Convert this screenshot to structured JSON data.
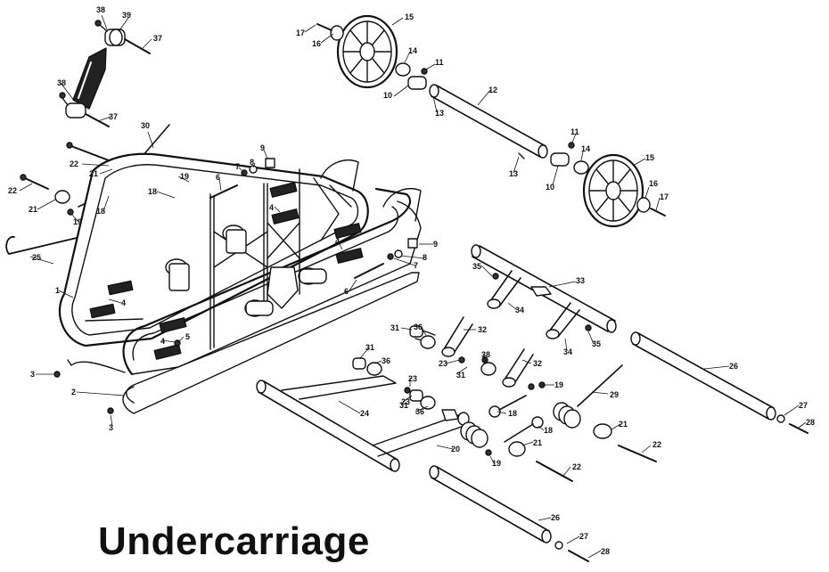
{
  "title": "Undercarriage",
  "colors": {
    "ink": "#111111",
    "paper": "#ffffff",
    "shade": "#444444"
  },
  "callouts": [
    {
      "id": "c38a",
      "text": "38"
    },
    {
      "id": "c39",
      "text": "39"
    },
    {
      "id": "c37a",
      "text": "37"
    },
    {
      "id": "c38b",
      "text": "38"
    },
    {
      "id": "c37b",
      "text": "37"
    },
    {
      "id": "c30",
      "text": "30"
    },
    {
      "id": "c22a",
      "text": "22"
    },
    {
      "id": "c21a",
      "text": "21"
    },
    {
      "id": "c22b",
      "text": "22"
    },
    {
      "id": "c21b",
      "text": "21"
    },
    {
      "id": "c19a",
      "text": "19"
    },
    {
      "id": "c18a",
      "text": "18"
    },
    {
      "id": "c18b",
      "text": "18"
    },
    {
      "id": "c19b",
      "text": "19"
    },
    {
      "id": "c25",
      "text": "25"
    },
    {
      "id": "c1",
      "text": "1"
    },
    {
      "id": "c4a",
      "text": "4"
    },
    {
      "id": "c4b",
      "text": "4"
    },
    {
      "id": "c5",
      "text": "5"
    },
    {
      "id": "c3a",
      "text": "3"
    },
    {
      "id": "c2",
      "text": "2"
    },
    {
      "id": "c3b",
      "text": "3"
    },
    {
      "id": "c9a",
      "text": "9"
    },
    {
      "id": "c8a",
      "text": "8"
    },
    {
      "id": "c7a",
      "text": "7"
    },
    {
      "id": "c6a",
      "text": "6"
    },
    {
      "id": "c4c",
      "text": "4"
    },
    {
      "id": "c4d",
      "text": "4"
    },
    {
      "id": "c9b",
      "text": "9"
    },
    {
      "id": "c8b",
      "text": "8"
    },
    {
      "id": "c7b",
      "text": "7"
    },
    {
      "id": "c6b",
      "text": "6"
    },
    {
      "id": "c17a",
      "text": "17"
    },
    {
      "id": "c16a",
      "text": "16"
    },
    {
      "id": "c15a",
      "text": "15"
    },
    {
      "id": "c14a",
      "text": "14"
    },
    {
      "id": "c11a",
      "text": "11"
    },
    {
      "id": "c10a",
      "text": "10"
    },
    {
      "id": "c12",
      "text": "12"
    },
    {
      "id": "c13a",
      "text": "13"
    },
    {
      "id": "c11b",
      "text": "11"
    },
    {
      "id": "c14b",
      "text": "14"
    },
    {
      "id": "c13b",
      "text": "13"
    },
    {
      "id": "c10b",
      "text": "10"
    },
    {
      "id": "c15b",
      "text": "15"
    },
    {
      "id": "c16b",
      "text": "16"
    },
    {
      "id": "c17b",
      "text": "17"
    },
    {
      "id": "c35a",
      "text": "35"
    },
    {
      "id": "c33",
      "text": "33"
    },
    {
      "id": "c34a",
      "text": "34"
    },
    {
      "id": "c34b",
      "text": "34"
    },
    {
      "id": "c35b",
      "text": "35"
    },
    {
      "id": "c26a",
      "text": "26"
    },
    {
      "id": "c27a",
      "text": "27"
    },
    {
      "id": "c28a",
      "text": "28"
    },
    {
      "id": "c31a",
      "text": "31"
    },
    {
      "id": "c36a",
      "text": "36"
    },
    {
      "id": "c32a",
      "text": "32"
    },
    {
      "id": "c31b",
      "text": "31"
    },
    {
      "id": "c36b",
      "text": "36"
    },
    {
      "id": "c23a",
      "text": "23"
    },
    {
      "id": "c31c",
      "text": "31"
    },
    {
      "id": "c23b",
      "text": "23"
    },
    {
      "id": "c38c",
      "text": "38"
    },
    {
      "id": "c32b",
      "text": "32"
    },
    {
      "id": "c19c",
      "text": "19"
    },
    {
      "id": "c29",
      "text": "29"
    },
    {
      "id": "c18c",
      "text": "18"
    },
    {
      "id": "c23c",
      "text": "23"
    },
    {
      "id": "c31d",
      "text": "31"
    },
    {
      "id": "c36c",
      "text": "36"
    },
    {
      "id": "c24",
      "text": "24"
    },
    {
      "id": "c21c",
      "text": "21"
    },
    {
      "id": "c22c",
      "text": "22"
    },
    {
      "id": "c18d",
      "text": "18"
    },
    {
      "id": "c21d",
      "text": "21"
    },
    {
      "id": "c20",
      "text": "20"
    },
    {
      "id": "c19d",
      "text": "19"
    },
    {
      "id": "c22d",
      "text": "22"
    },
    {
      "id": "c26b",
      "text": "26"
    },
    {
      "id": "c27b",
      "text": "27"
    },
    {
      "id": "c28b",
      "text": "28"
    }
  ]
}
